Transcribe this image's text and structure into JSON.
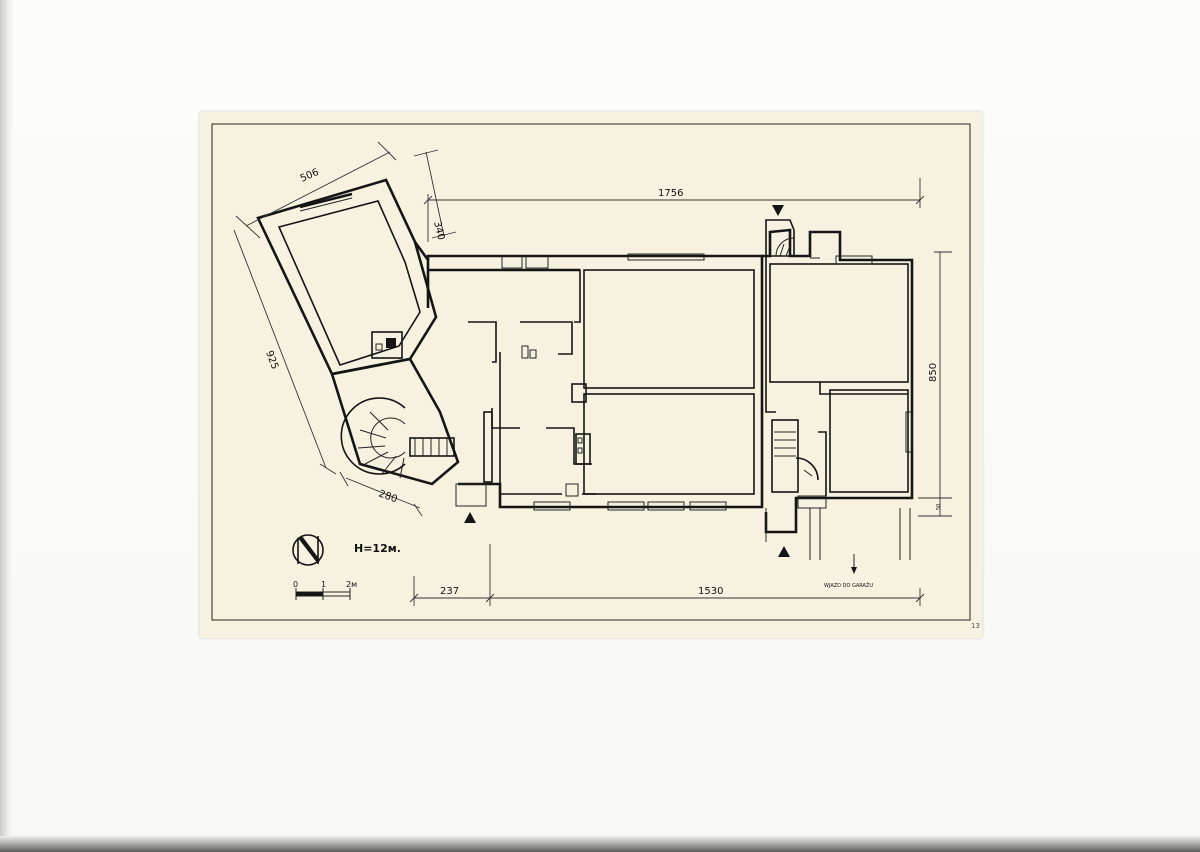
{
  "drawing": {
    "dimensions": {
      "top_overall": "1756",
      "wing_width": "506",
      "wing_offset": "340",
      "wing_length": "925",
      "stair_width": "280",
      "right_depth": "850",
      "right_small": "50",
      "bottom_left": "237",
      "bottom_main": "1530"
    },
    "height_label": "H=12м.",
    "scale_bar": {
      "zero": "0",
      "one": "1",
      "two": "2м"
    },
    "annotation": "WJAZD DO GARAŻU",
    "page_number": "13"
  },
  "colors": {
    "paper": "#f7f2e0",
    "ink": "#151515",
    "sheet": "#fbfbf8"
  }
}
